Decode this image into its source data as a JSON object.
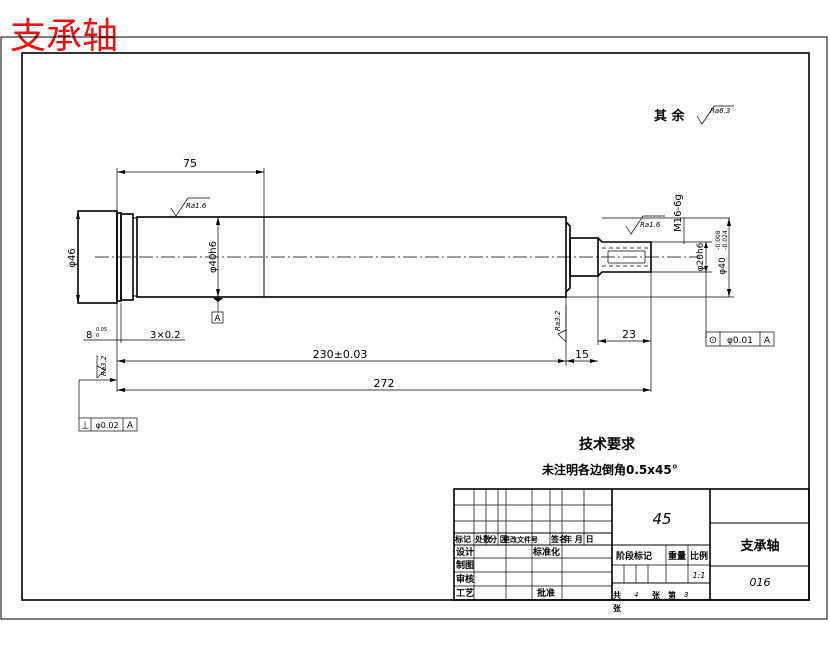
{
  "drawing": {
    "corner_title": "支承轴",
    "remaining_roughness": {
      "label": "其 余",
      "value": "Ra6.3"
    },
    "roughness": {
      "r_left": "Ra1.6",
      "r_right": "Ra1.6",
      "r_chamfer": "Ra3.2",
      "r_shoulder": "Ra3.2"
    },
    "dimensions": {
      "len_75": "75",
      "dia_46": "φ46",
      "dia_40h6": "φ40h6",
      "thread": "M16-6g",
      "dia_20h6": "φ20h6",
      "dia_40_base": "φ40",
      "dia_40_tol": "-0.008",
      "dia_40_tol2": "-0.024",
      "groove_8": "8",
      "groove_8_tol": "0.05",
      "groove_8_tol2": "0",
      "groove": "3×0.2",
      "len_23": "23",
      "len_230": "230±0.03",
      "len_15": "15",
      "len_272": "272"
    },
    "datum_label": "A",
    "gdt_runout": {
      "symbol": "⊙",
      "value": "φ0.01",
      "datum": "A"
    },
    "gdt_perp": {
      "symbol": "⊥",
      "value": "φ0.02",
      "datum": "A"
    }
  },
  "tech_requirements": {
    "title": "技术要求",
    "note": "未注明各边倒角0.5x45°"
  },
  "title_block": {
    "material": "45",
    "part_name": "支承轴",
    "drawing_no": "016",
    "scale": "1:1",
    "head_labels": [
      "标记",
      "处数",
      "分 区",
      "更改文件号",
      "签名",
      "年 月 日"
    ],
    "row_labels": [
      "设计",
      "制图",
      "审核",
      "工艺"
    ],
    "standardize": "标准化",
    "approve": "批准",
    "stage_labels": [
      "阶段标记",
      "重量",
      "比例"
    ],
    "sheet": {
      "total_prefix": "共",
      "total": "4",
      "total_unit": "张",
      "seq_prefix": "第",
      "seq": "3",
      "seq_unit": "张"
    }
  }
}
